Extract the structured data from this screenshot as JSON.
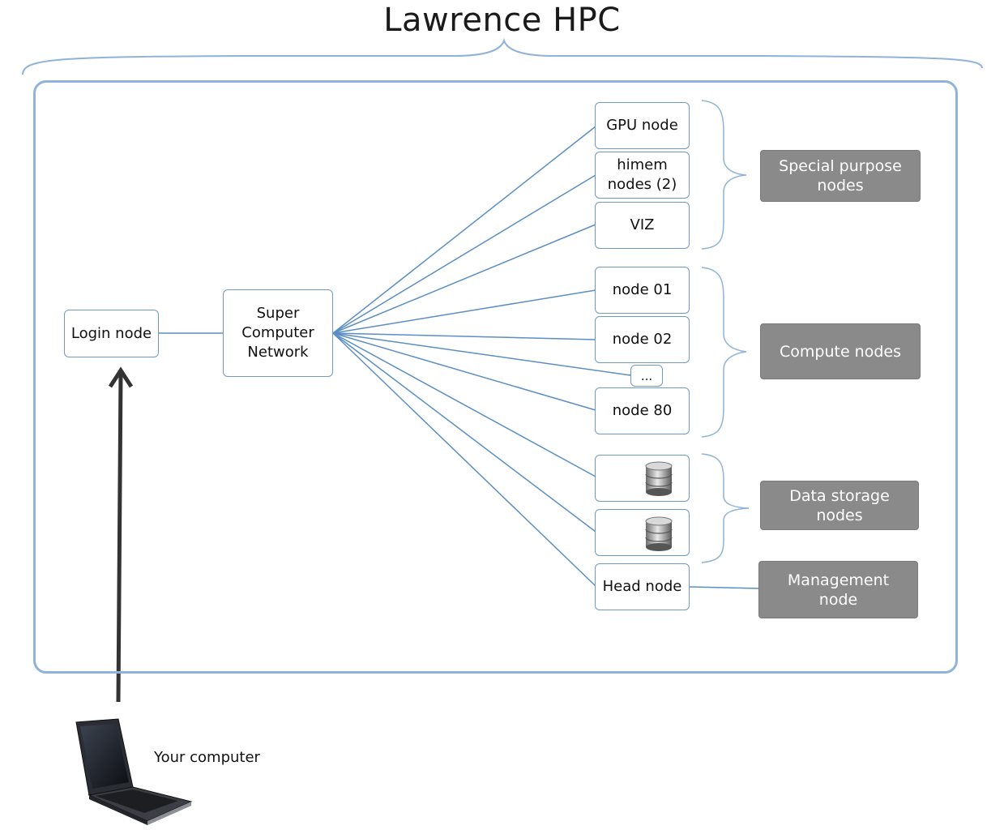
{
  "title": "Lawrence HPC",
  "nodes": {
    "login": "Login node",
    "network": "Super\nComputer\nNetwork",
    "gpu": "GPU node",
    "himem": "himem\nnodes (2)",
    "viz": "VIZ",
    "node01": "node 01",
    "node02": "node 02",
    "ellipsis": "...",
    "node80": "node 80",
    "head": "Head node"
  },
  "groups": {
    "special": "Special purpose\nnodes",
    "compute": "Compute nodes",
    "storage": "Data storage\nnodes",
    "management": "Management\nnode"
  },
  "your_computer": "Your computer",
  "icons": [
    "database-icon",
    "laptop-icon",
    "curly-brace-icon",
    "arrow-up-icon"
  ],
  "colors": {
    "frame": "#8fb3d9",
    "node_border": "#6f9ac6",
    "link": "#5b8ec4",
    "group_fill": "#8a8a8a",
    "arrow": "#333333"
  }
}
